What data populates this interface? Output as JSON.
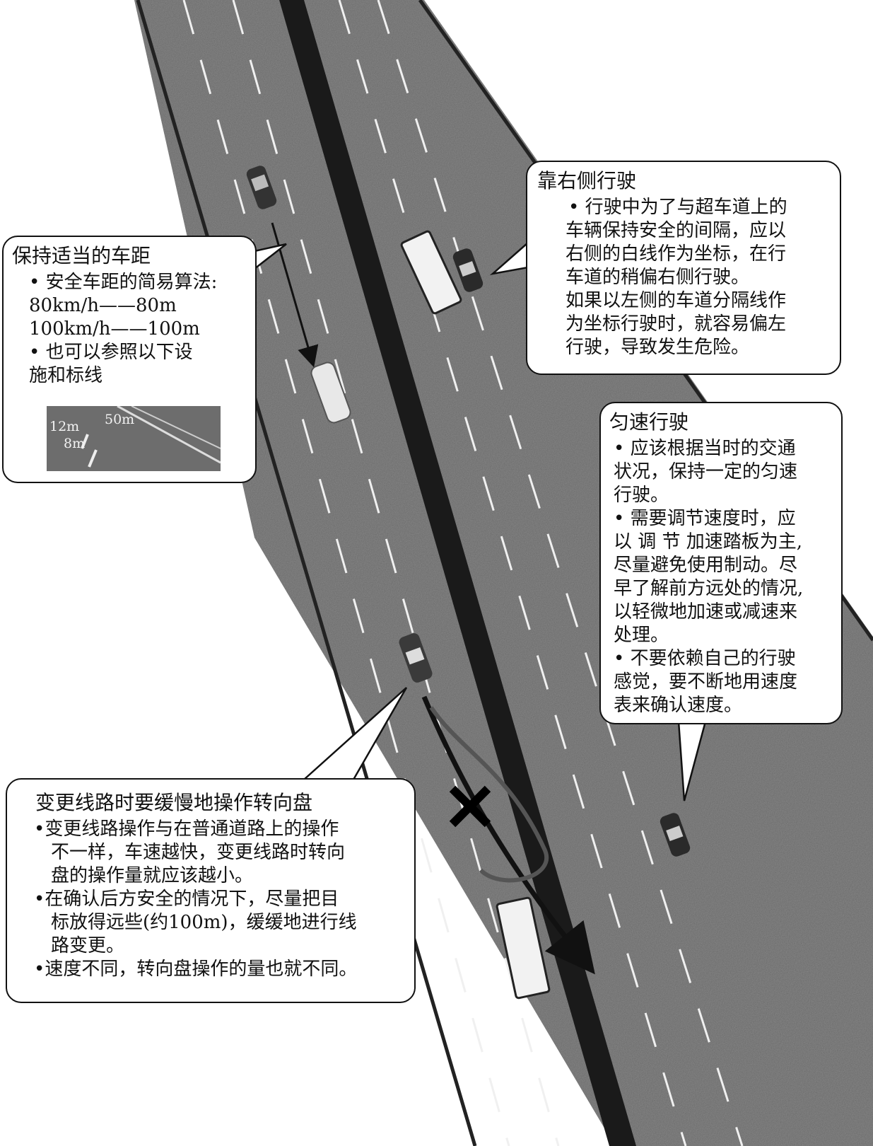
{
  "callout_distance": {
    "title": "保持适当的车距",
    "lines": [
      "• 安全车距的简易算法:",
      "80km/h——80m",
      "100km/h——100m",
      "• 也可以参照以下设",
      "施和标线"
    ],
    "inset_labels": [
      "12m",
      "50m",
      "8m"
    ]
  },
  "callout_keep_right": {
    "title": "靠右侧行驶",
    "lines": [
      "• 行驶中为了与超车道上的",
      "车辆保持安全的间隔，应以",
      "右侧的白线作为坐标，在行",
      "车道的稍偏右侧行驶。",
      "如果以左侧的车道分隔线作",
      "为坐标行驶时，就容易偏左",
      "行驶，导致发生危险。"
    ]
  },
  "callout_constant_speed": {
    "title": "匀速行驶",
    "lines": [
      "• 应该根据当时的交通",
      "状况，保持一定的匀速",
      "行驶。",
      "• 需要调节速度时，应",
      "以 调 节 加速踏板为主,",
      "尽量避免使用制动。尽",
      "早了解前方远处的情况,",
      "以轻微地加速或减速来",
      "处理。",
      "• 不要依赖自己的行驶",
      "感觉，要不断地用速度",
      "表来确认速度。"
    ]
  },
  "callout_lane_change": {
    "title": "变更线路时要缓慢地操作转向盘",
    "lines": [
      "•变更线路操作与在普通道路上的操作",
      "不一样，车速越快，变更线路时转向",
      "盘的操作量就应该越小。",
      "•在确认后方安全的情况下，尽量把目",
      "标放得远些(约100m)，缓缓地进行线",
      "路变更。",
      "•速度不同，转向盘操作的量也就不同。"
    ]
  }
}
